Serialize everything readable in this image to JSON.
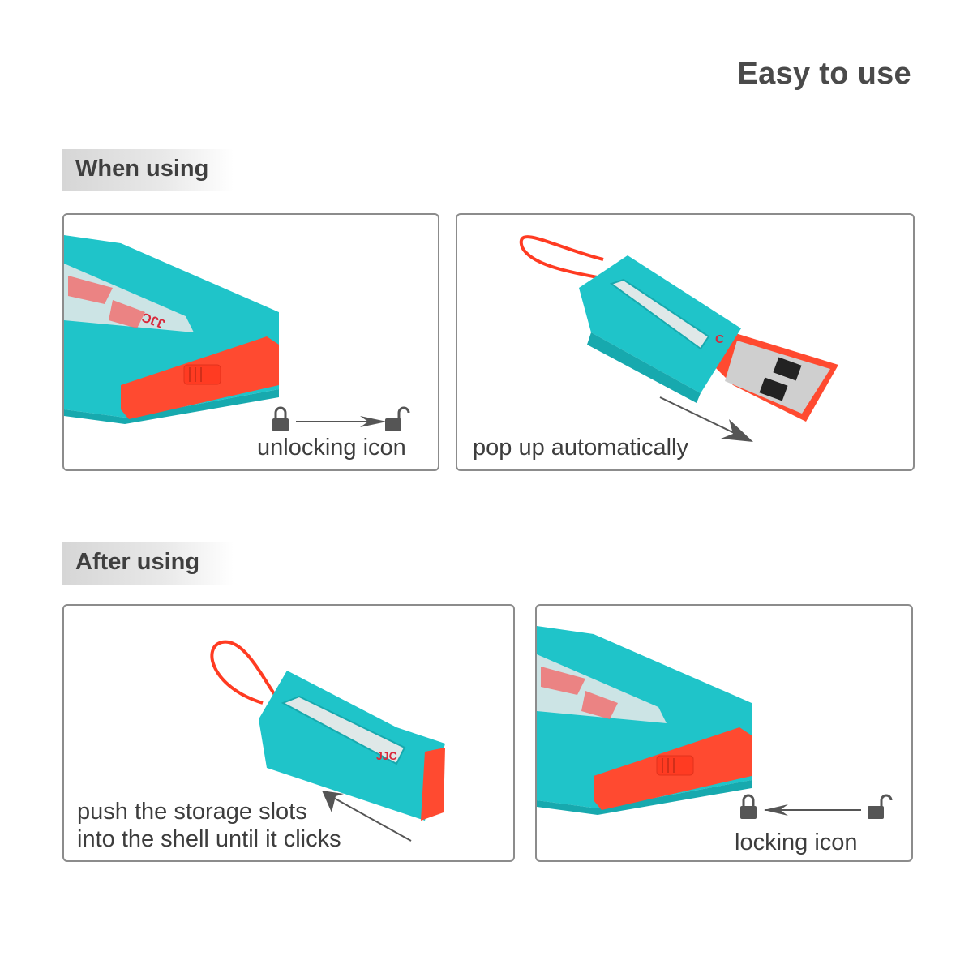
{
  "header": {
    "title": "Easy to use"
  },
  "sections": [
    {
      "label": "When using",
      "panels": [
        {
          "caption": "unlocking icon",
          "icons": [
            "lock-closed",
            "arrow-right",
            "lock-open"
          ]
        },
        {
          "caption": "pop up automatically",
          "icons": [
            "arrow-down-right"
          ]
        }
      ]
    },
    {
      "label": "After using",
      "panels": [
        {
          "caption_lines": [
            "push the storage slots",
            "into the shell until it clicks"
          ],
          "icons": [
            "arrow-up-left"
          ]
        },
        {
          "caption": "locking icon",
          "icons": [
            "lock-closed",
            "arrow-left",
            "lock-open"
          ]
        }
      ]
    }
  ],
  "product": {
    "brand_mark": "JJC"
  },
  "colors": {
    "teal": "#1fc4c9",
    "teal_dark": "#16a9ae",
    "red": "#ff4a30",
    "text": "#3d3d3d",
    "border": "#8c8c8c"
  }
}
